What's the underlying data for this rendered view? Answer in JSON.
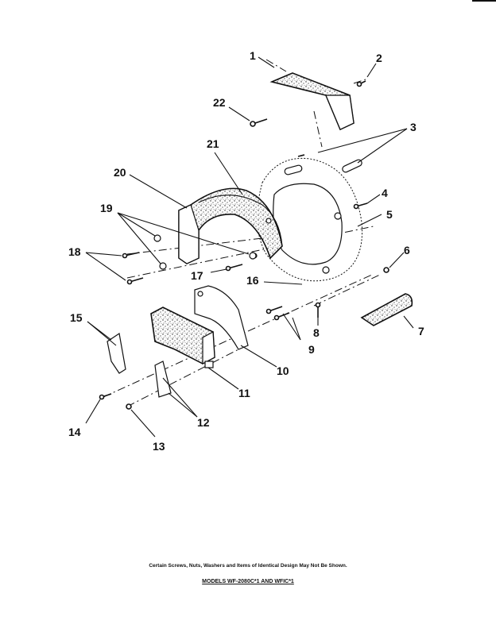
{
  "callouts": {
    "c1": "1",
    "c2": "2",
    "c3": "3",
    "c4": "4",
    "c5": "5",
    "c6": "6",
    "c7": "7",
    "c8": "8",
    "c9": "9",
    "c10": "10",
    "c11": "11",
    "c12": "12",
    "c13": "13",
    "c14": "14",
    "c15": "15",
    "c16": "16",
    "c17": "17",
    "c18": "18",
    "c19": "19",
    "c20": "20",
    "c21": "21",
    "c22": "22"
  },
  "footer": {
    "note": "Certain Screws, Nuts, Washers and Items of Identical Design May Not Be Shown.",
    "models": "MODELS WF-2080C*1 AND WFIC*1"
  }
}
